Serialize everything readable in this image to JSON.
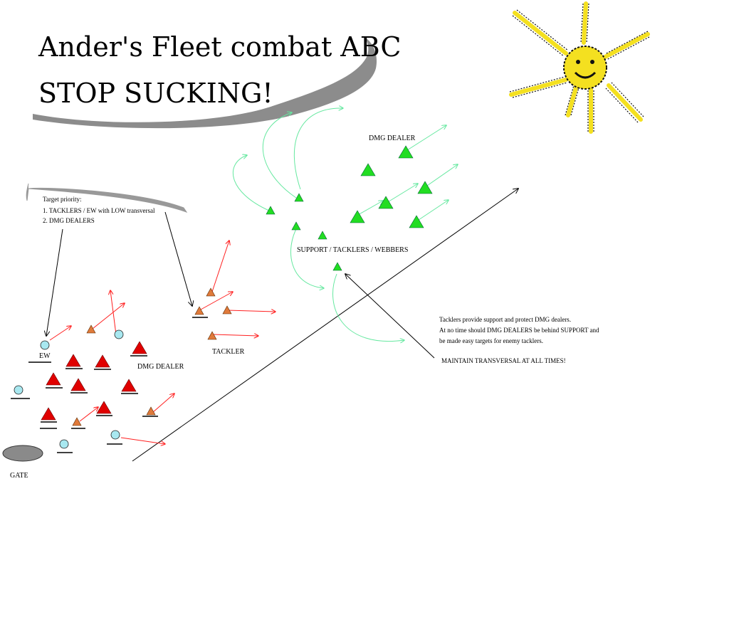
{
  "title": {
    "line1": "Ander's Fleet combat ABC",
    "line2": "STOP SUCKING!"
  },
  "target_priority": {
    "heading": "Target priority:",
    "items": [
      "1. TACKLERS / EW with LOW transversal",
      "2. DMG DEALERS"
    ]
  },
  "labels": {
    "ew": "EW",
    "dmg_dealer_left": "DMG DEALER",
    "tackler": "TACKLER",
    "gate": "GATE",
    "dmg_dealer_right": "DMG DEALER",
    "support": "SUPPORT / TACKLERS / WEBBERS"
  },
  "notes": {
    "lines": [
      "Tacklers provide support and protect DMG dealers.",
      "At no time should DMG DEALERS be behind SUPPORT and",
      "be made easy targets for enemy tacklers."
    ],
    "maintain": "MAINTAIN TRANSVERSAL AT ALL TIMES!"
  },
  "colors": {
    "enemy_dmg": "#e00000",
    "enemy_tackler": "#e07a3a",
    "enemy_ew": "#a8e8f0",
    "ally": "#22dd22",
    "ally_arrow": "#66e8a0",
    "enemy_arrow": "#ff2020",
    "sun_yellow": "#f4e020",
    "gate": "#8a8a8a",
    "swoosh": "#8c8c8c"
  },
  "icons": [
    "sun-icon",
    "gate-icon"
  ]
}
